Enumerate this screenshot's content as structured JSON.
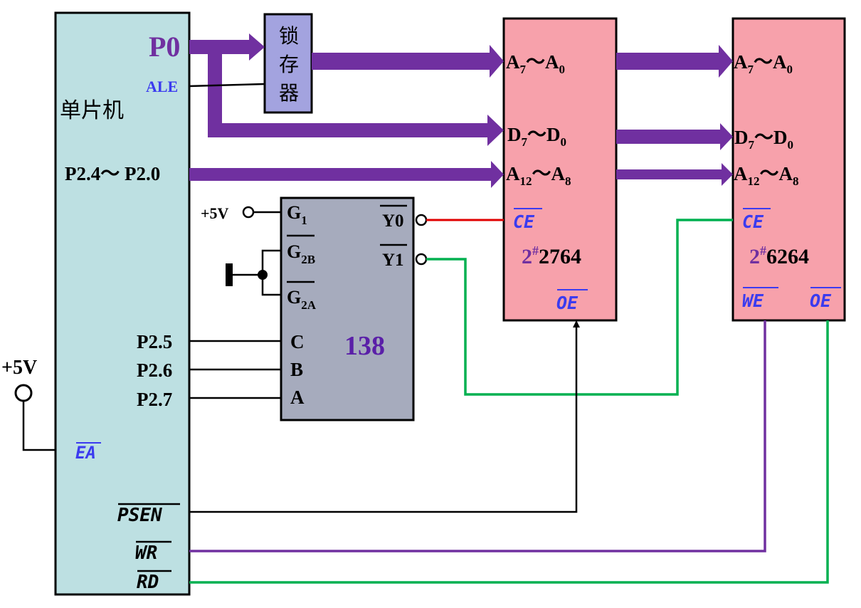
{
  "mcu": {
    "label": "单片机",
    "p0": "P0",
    "ale": "ALE",
    "p2_low": "P2.4～ P2.0",
    "p25": "P2.5",
    "p26": "P2.6",
    "p27": "P2.7",
    "ea": "EA",
    "psen": "PSEN",
    "wr": "WR",
    "rd": "RD"
  },
  "latch": {
    "chars": [
      "锁",
      "存",
      "器"
    ]
  },
  "supply": {
    "vcc_left": "+5V",
    "vcc_decoder": "+5V"
  },
  "decoder": {
    "name": "138",
    "g1": "G",
    "g1_sub": "1",
    "g2b": "G",
    "g2b_sub": "2B",
    "g2a": "G",
    "g2a_sub": "2A",
    "c": "C",
    "b": "B",
    "a": "A",
    "y0": "Y0",
    "y1": "Y1"
  },
  "eprom": {
    "a_low": "A",
    "a_low_sub1": "7",
    "a_low_sep": "～A",
    "a_low_sub2": "0",
    "d": "D",
    "d_sub1": "7",
    "d_sep": "～D",
    "d_sub2": "0",
    "a_high": "A",
    "a_high_sub1": "12",
    "a_high_sep": "～A",
    "a_high_sub2": "8",
    "ce": "CE",
    "name_prefix": "2",
    "name_hash": "#",
    "name": "2764",
    "oe": "OE"
  },
  "ram": {
    "a_low": "A",
    "a_low_sub1": "7",
    "a_low_sep": "～A",
    "a_low_sub2": "0",
    "d": "D",
    "d_sub1": "7",
    "d_sep": "～D",
    "d_sub2": "0",
    "a_high": "A",
    "a_high_sub1": "12",
    "a_high_sep": "～A",
    "a_high_sub2": "8",
    "ce": "CE",
    "name_prefix": "2",
    "name_hash": "#",
    "name": "6264",
    "we": "WE",
    "oe": "OE"
  },
  "colors": {
    "mcu_fill": "#bde0e2",
    "latch_fill": "#a3a3df",
    "decoder_fill": "#a6abbd",
    "chip_fill": "#f7a1ab",
    "bus": "#7030a0",
    "green": "#00b050",
    "red": "#e00000",
    "blue_label": "#3b3bef",
    "purple_label": "#7030a0"
  }
}
